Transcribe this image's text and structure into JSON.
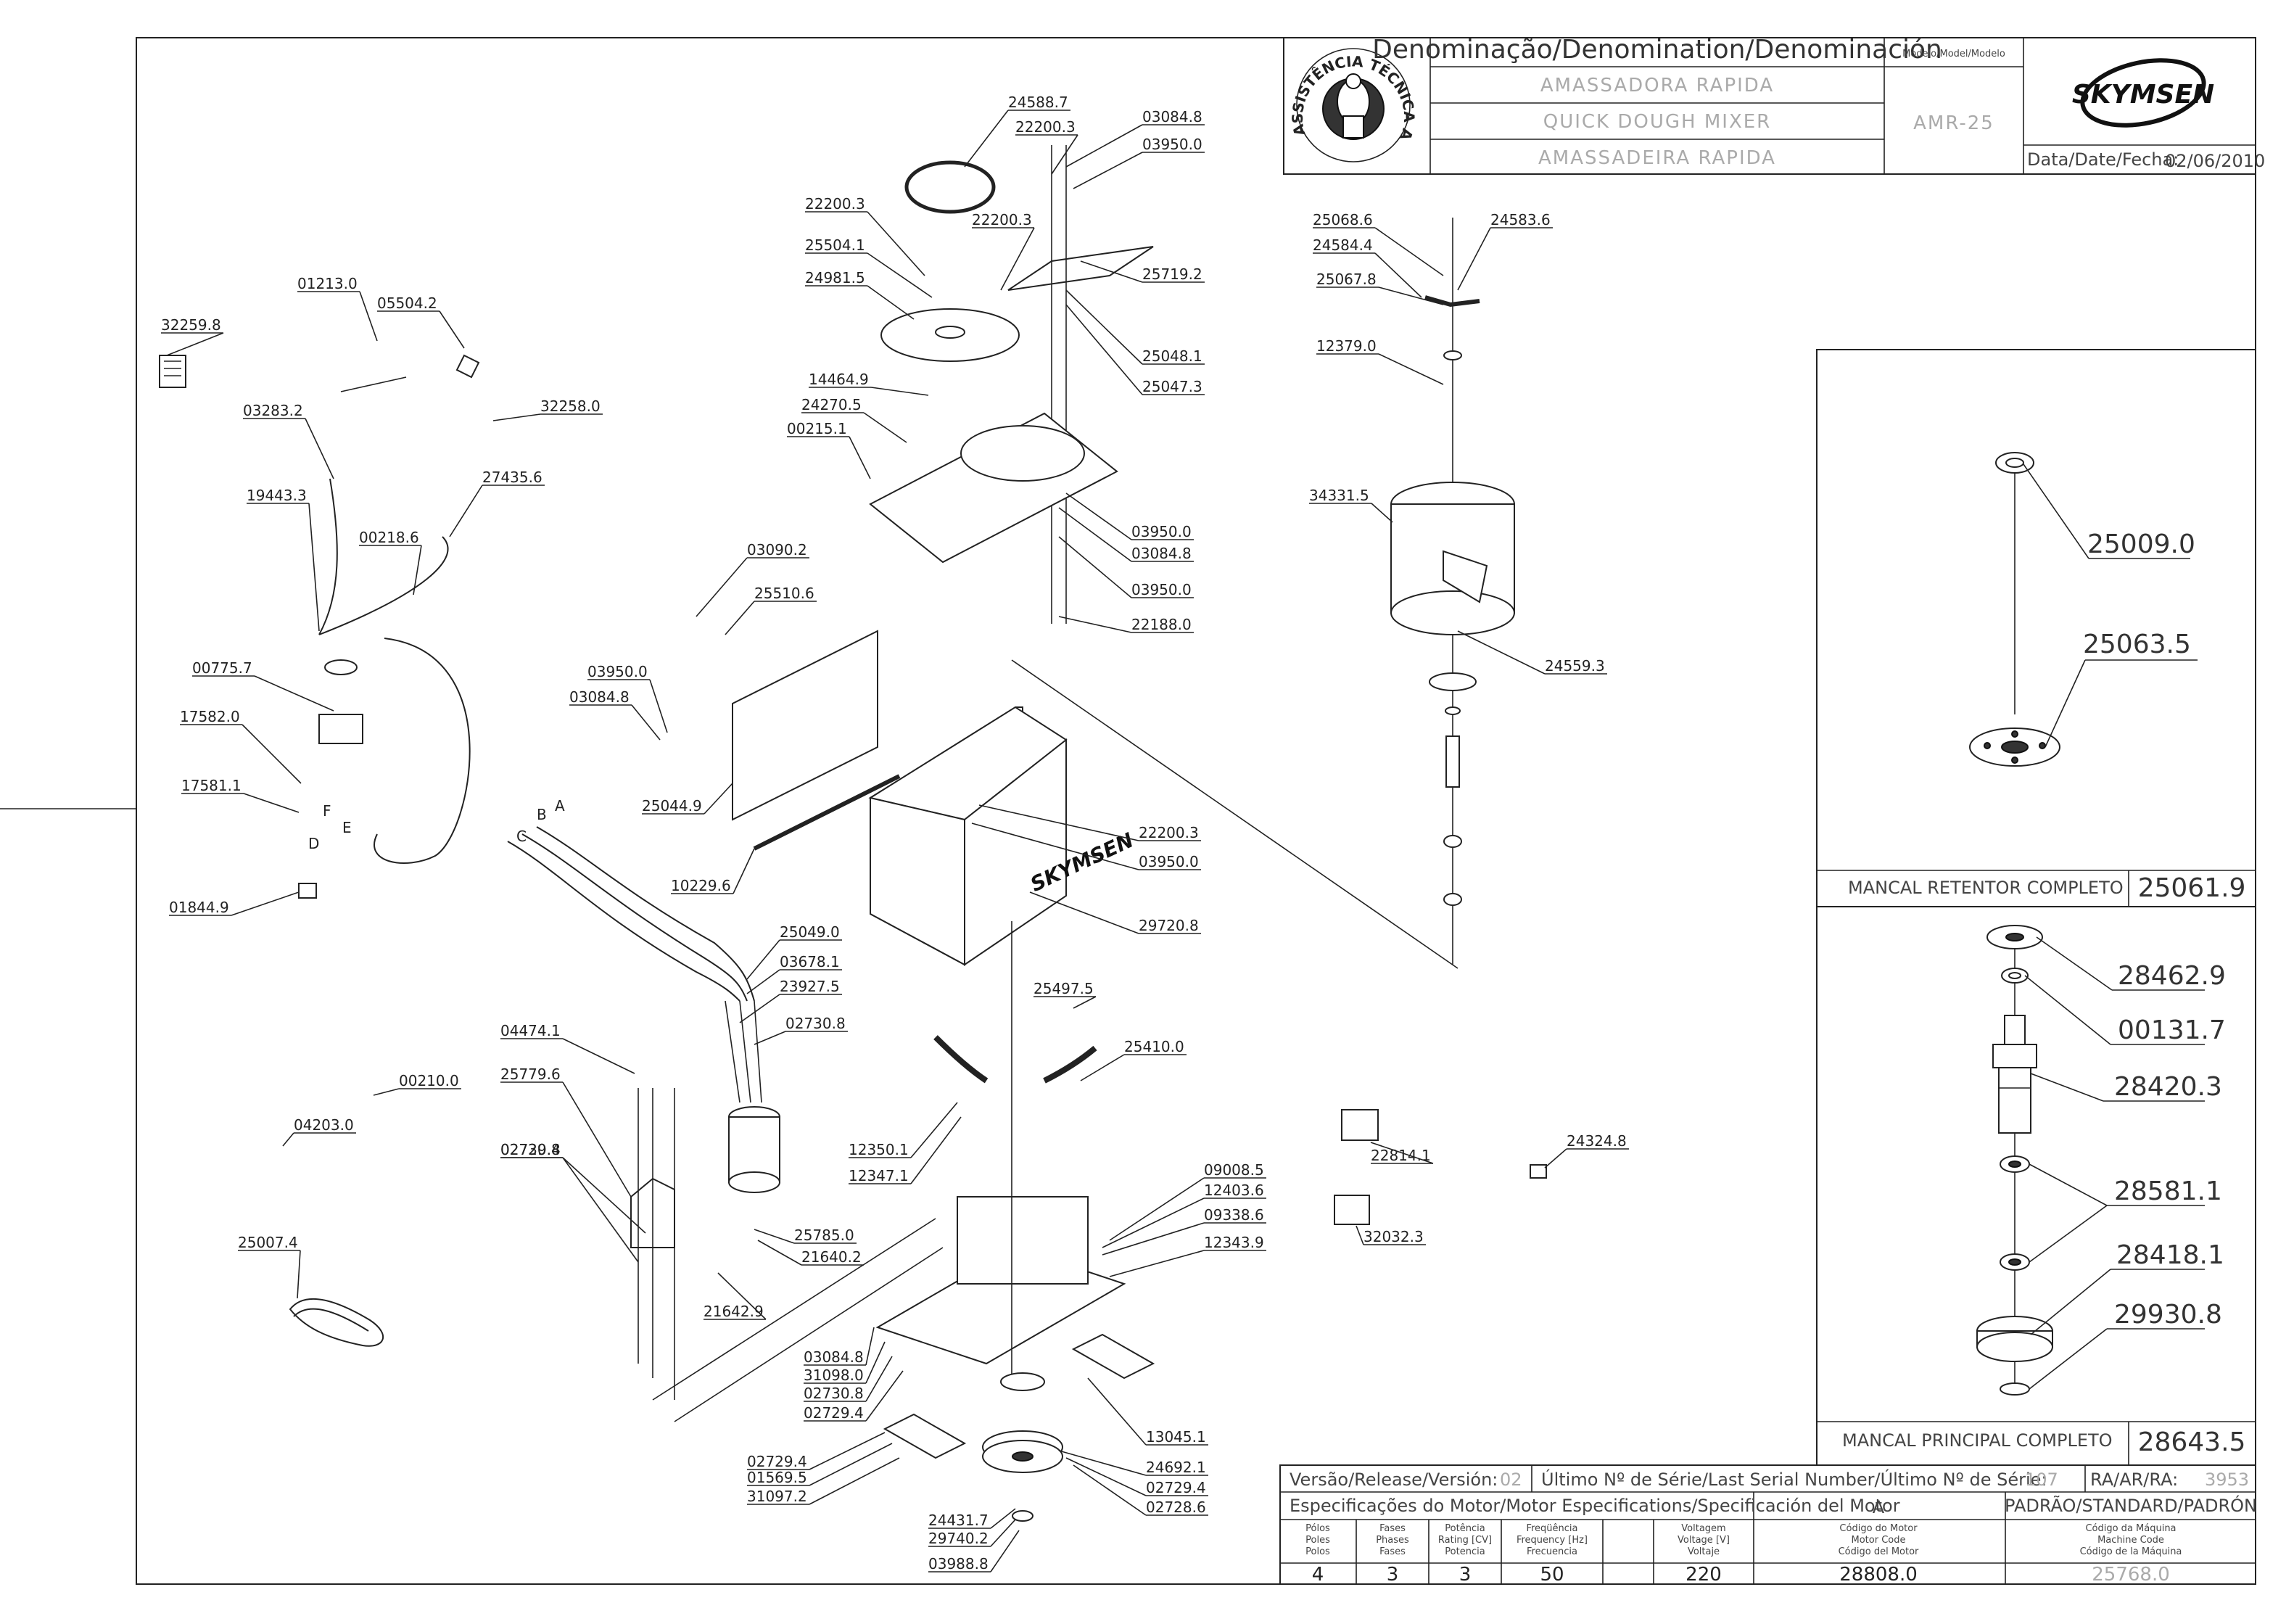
{
  "title_block": {
    "denomination_header": "Denominação/Denomination/Denominación",
    "names": [
      "AMASSADORA RAPIDA",
      "QUICK DOUGH MIXER",
      "AMASSADEIRA RAPIDA"
    ],
    "model_header": "Modelo/Model/Modelo",
    "model": "AMR-25",
    "brand": "SKYMSEN",
    "date_label": "Data/Date/Fecha:",
    "date": "02/06/2010",
    "seal_text": "ASSISTÊNCIA TÉCNICA AUTORIZADA"
  },
  "callouts": [
    "24588.7",
    "03084.8",
    "22200.3",
    "03950.0",
    "22200.3",
    "22200.3",
    "25504.1",
    "24981.5",
    "25719.2",
    "25048.1",
    "25047.3",
    "14464.9",
    "24270.5",
    "00215.1",
    "03950.0",
    "03084.8",
    "03950.0",
    "22188.0",
    "03090.2",
    "25510.6",
    "03950.0",
    "03084.8",
    "25044.9",
    "10229.6",
    "22200.3",
    "03950.0",
    "29720.8",
    "25049.0",
    "03678.1",
    "23927.5",
    "02730.8",
    "25497.5",
    "25410.0",
    "12350.1",
    "12347.1",
    "04474.1",
    "25779.6",
    "02730.8",
    "02729.4",
    "25785.0",
    "21640.2",
    "21642.9",
    "09008.5",
    "12403.6",
    "09338.6",
    "12343.9",
    "03084.8",
    "31098.0",
    "02730.8",
    "02729.4",
    "13045.1",
    "02729.4",
    "01569.5",
    "31097.2",
    "24692.1",
    "02729.4",
    "02728.6",
    "24431.7",
    "29740.2",
    "03988.8",
    "25068.6",
    "24583.6",
    "24584.4",
    "25067.8",
    "12379.0",
    "34331.5",
    "24559.3",
    "22814.1",
    "24324.8",
    "32032.3",
    "01213.0",
    "05504.2",
    "32259.8",
    "32258.0",
    "03283.2",
    "27435.6",
    "19443.3",
    "00218.6",
    "00775.7",
    "17582.0",
    "17581.1",
    "01844.9",
    "00210.0",
    "04203.0",
    "25007.4"
  ],
  "wire_letters": [
    "C",
    "B",
    "A",
    "D",
    "E",
    "F"
  ],
  "detail_retentor": {
    "parts": [
      "25009.0",
      "25063.5"
    ],
    "label": "MANCAL RETENTOR COMPLETO",
    "code": "25061.9"
  },
  "detail_principal": {
    "parts": [
      "28462.9",
      "00131.7",
      "28420.3",
      "28581.1",
      "28418.1",
      "29930.8"
    ],
    "label": "MANCAL PRINCIPAL COMPLETO",
    "code": "28643.5"
  },
  "bottom_table": {
    "release_label": "Versão/Release/Versión:",
    "release": "02",
    "serial_label": "Último Nº de Série/Last Serial Number/Último Nº de Série:",
    "serial": "107",
    "ra_label": "RA/AR/RA:",
    "ra": "3953",
    "motor_spec_label": "Especificações do Motor/Motor Especifications/Specificación del Motor",
    "variant": "A",
    "standard_label": "PADRÃO/STANDARD/PADRÓN",
    "headers": [
      [
        "Pólos",
        "Poles",
        "Polos"
      ],
      [
        "Fases",
        "Phases",
        "Fases"
      ],
      [
        "Potência",
        "Rating [CV]",
        "Potencia"
      ],
      [
        "Freqüência",
        "Frequency [Hz]",
        "Frecuencia"
      ],
      [
        "Voltagem",
        "Voltage [V]",
        "Voltaje"
      ],
      [
        "Código do Motor",
        "Motor Code",
        "Código del Motor"
      ],
      [
        "Código da Máquina",
        "Machine Code",
        "Código de la Máquina"
      ]
    ],
    "values": [
      "4",
      "3",
      "3",
      "50",
      "220",
      "28808.0",
      "25768.0"
    ]
  }
}
